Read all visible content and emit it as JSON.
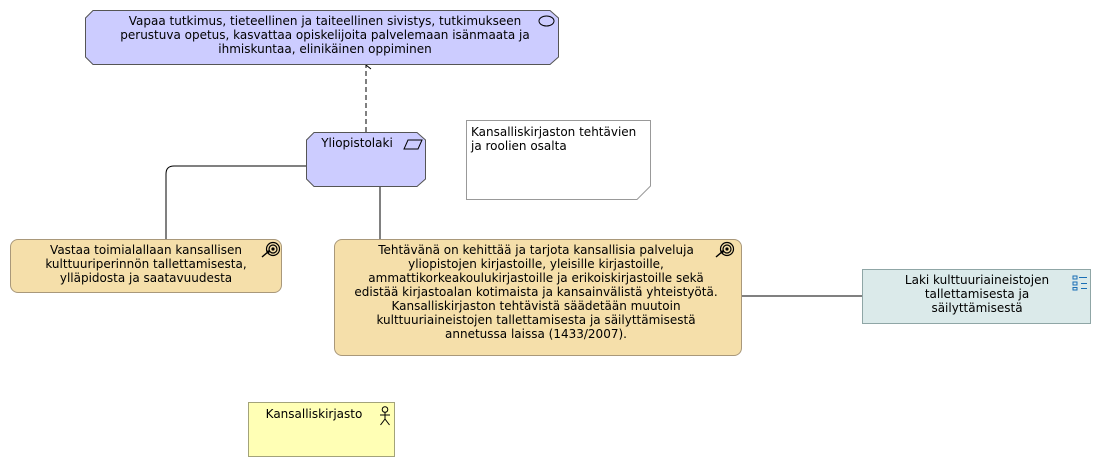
{
  "nodes": {
    "value": {
      "text": "Vapaa tutkimus, tieteellinen ja taiteellinen sivistys, tutkimukseen perustuva opetus, kasvattaa opiskelijoita palvelemaan isänmaata ja ihmiskuntaa, elinikäinen oppiminen",
      "fill": "#ccccff"
    },
    "law": {
      "text": "Yliopistolaki",
      "fill": "#ccccff"
    },
    "note": {
      "text": "Kansalliskirjaston tehtävien ja roolien osalta",
      "fill": "#ffffff"
    },
    "goal_left": {
      "text": "Vastaa toimialallaan kansallisen kulttuuriperinnön tallettamisesta, ylläpidosta ja saatavuudesta",
      "fill": "#f5dfaa"
    },
    "goal_main": {
      "text": "Tehtävänä on kehittää ja tarjota kansallisia palveluja yliopistojen kirjastoille, yleisille kirjastoille, ammattikorkeakoulukirjastoille ja erikoiskirjastoille sekä edistää kirjastoalan kotimaista ja kansainvälistä yhteistyötä. Kansalliskirjaston tehtävistä säädetään muutoin kulttuuriaineistojen tallettamisesta ja säilyttämisestä annetussa laissa (1433/2007).",
      "fill": "#f5dfaa"
    },
    "requirement": {
      "text": "Laki kulttuuriaineistojen tallettamisesta ja säilyttämisestä",
      "fill": "#dbeaea"
    },
    "actor": {
      "text": "Kansalliskirjasto",
      "fill": "#ffffb5"
    }
  },
  "icons": {
    "value": "value-ellipse-icon",
    "law": "principle-parallelogram-icon",
    "goal": "goal-target-icon",
    "requirement": "system-software-icon",
    "actor": "stick-figure-actor-icon"
  },
  "colors": {
    "stroke": "#555555",
    "connector": "#000000"
  }
}
